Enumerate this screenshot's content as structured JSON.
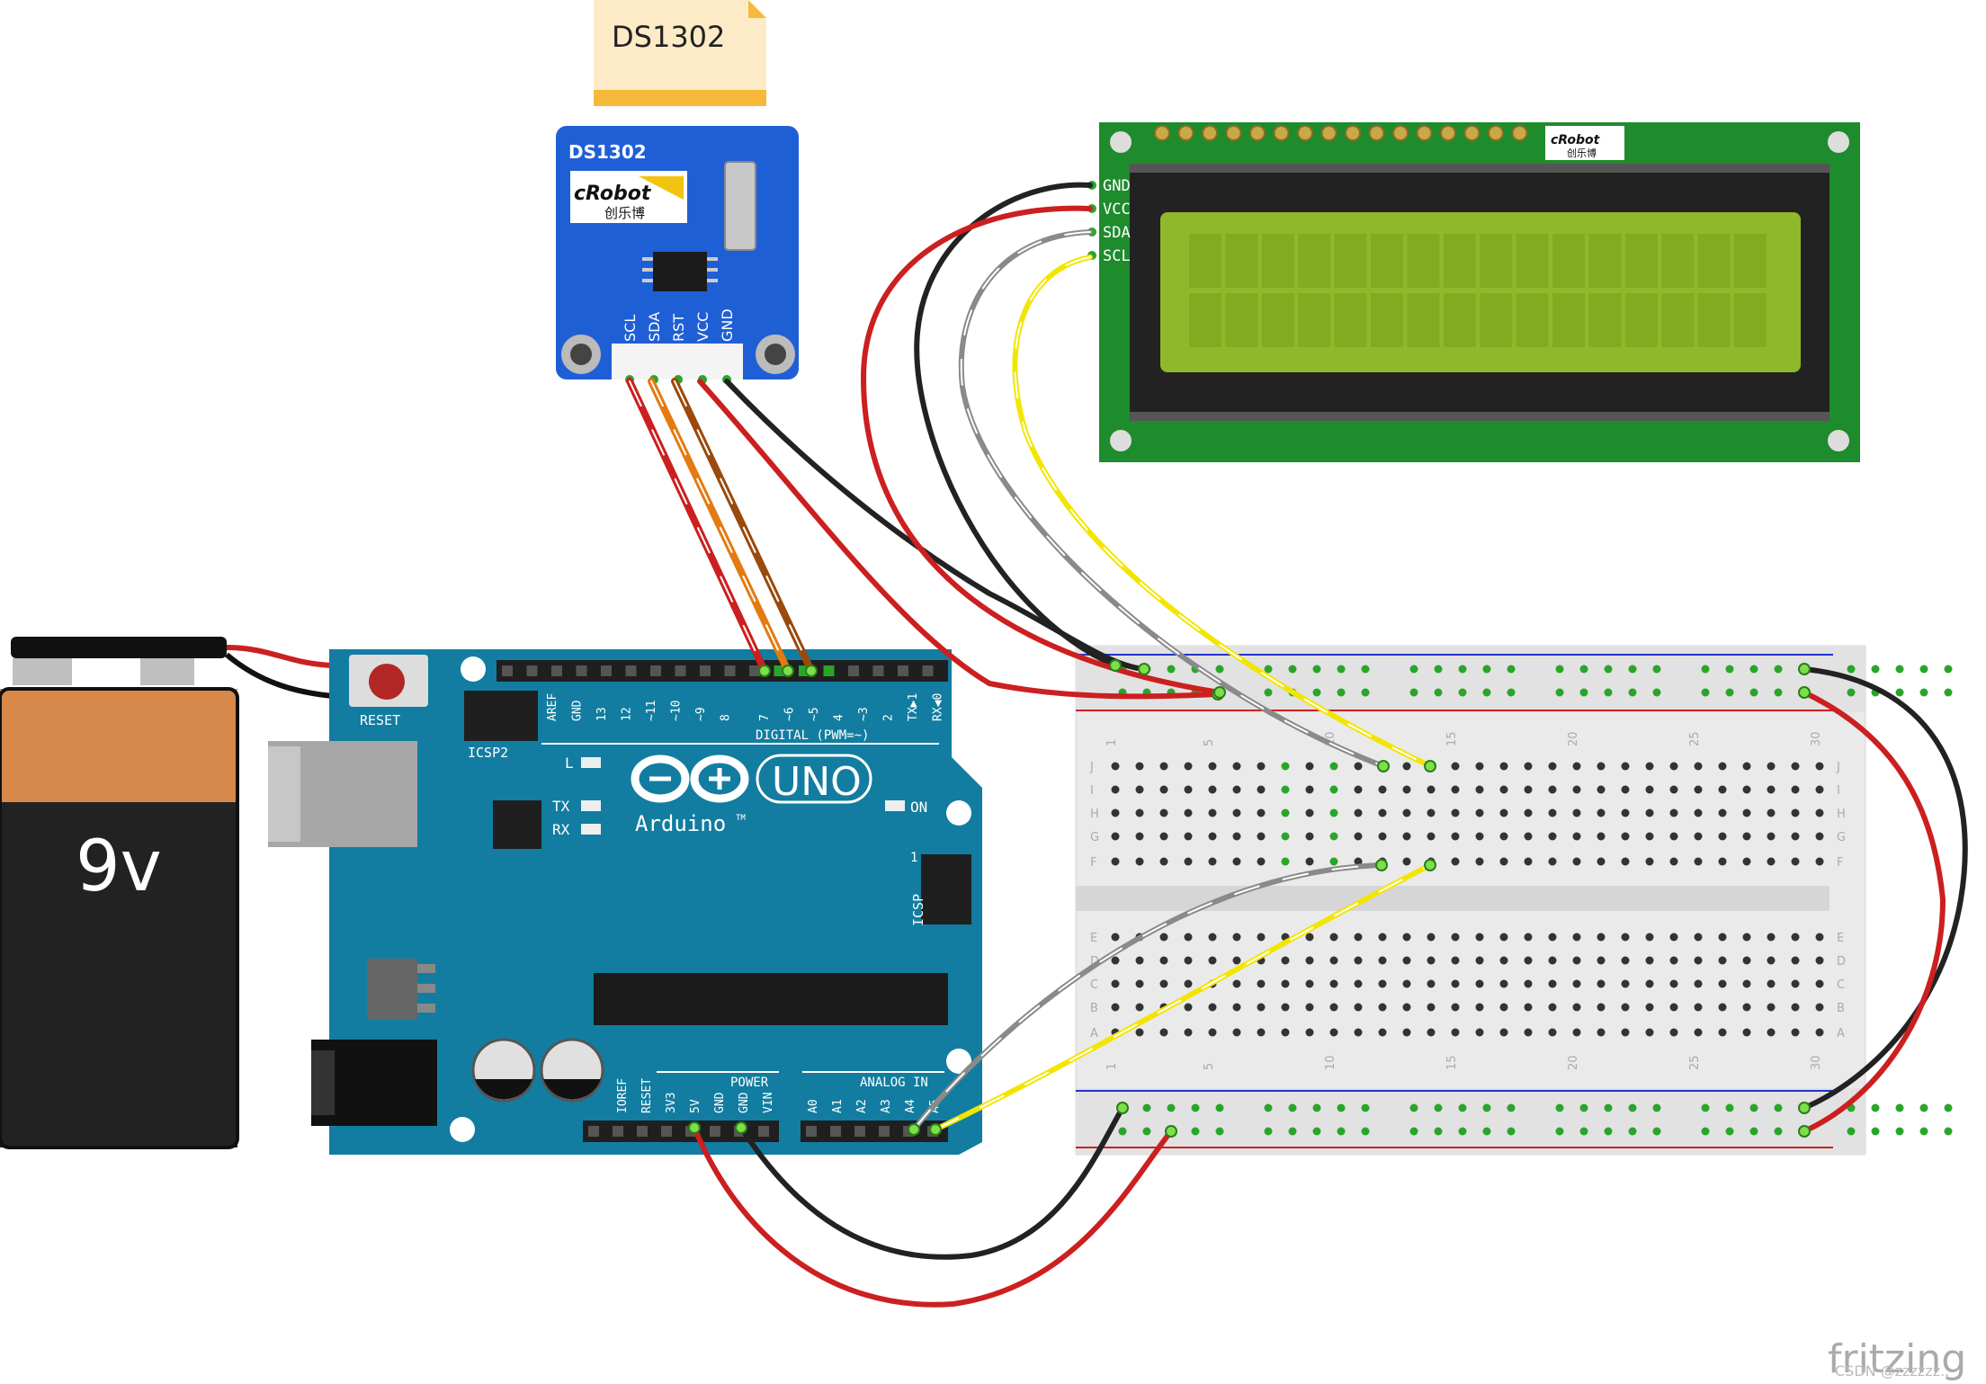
{
  "note": {
    "title": "DS1302"
  },
  "rtc_module": {
    "title": "DS1302",
    "brand": "cRobot",
    "brand_cn": "创乐博",
    "pins": [
      "SCL",
      "SDA",
      "RST",
      "VCC",
      "GND"
    ]
  },
  "lcd": {
    "pins": [
      "GND",
      "VCC",
      "SDA",
      "SCL"
    ],
    "brand": "cRobot",
    "brand_cn": "创乐博"
  },
  "battery": {
    "label": "9v"
  },
  "arduino": {
    "reset": "RESET",
    "icsp2": "ICSP2",
    "icsp": "ICSP",
    "icsp_pin1": "1",
    "digital": "DIGITAL (PWM=~)",
    "digital_pins": [
      "AREF",
      "GND",
      "13",
      "12",
      "~11",
      "~10",
      "~9",
      "8",
      "7",
      "~6",
      "~5",
      "4",
      "~3",
      "2",
      "TX▶1",
      "RX◀0"
    ],
    "led_l": "L",
    "led_tx": "TX",
    "led_rx": "RX",
    "led_on": "ON",
    "logo": "Arduino",
    "tm": "TM",
    "model": "UNO",
    "power": "POWER",
    "power_pins": [
      "IOREF",
      "RESET",
      "3V3",
      "5V",
      "GND",
      "GND",
      "VIN"
    ],
    "analog": "ANALOG IN",
    "analog_pins": [
      "A0",
      "A1",
      "A2",
      "A3",
      "A4",
      "A5"
    ]
  },
  "breadboard": {
    "column_labels": [
      "1",
      "5",
      "10",
      "15",
      "20",
      "25",
      "30"
    ],
    "rows_top": [
      "J",
      "I",
      "H",
      "G",
      "F"
    ],
    "rows_bottom": [
      "E",
      "D",
      "C",
      "B",
      "A"
    ]
  },
  "branding": {
    "app": "fritzing",
    "watermark": "CSDN @zzzzzz.."
  },
  "wire_colors": {
    "red": "#cc1f1f",
    "black": "#222222",
    "gray": "#8a8a8a",
    "yellow": "#f2e600",
    "orange": "#e37b12",
    "brown": "#9a4a0c"
  }
}
